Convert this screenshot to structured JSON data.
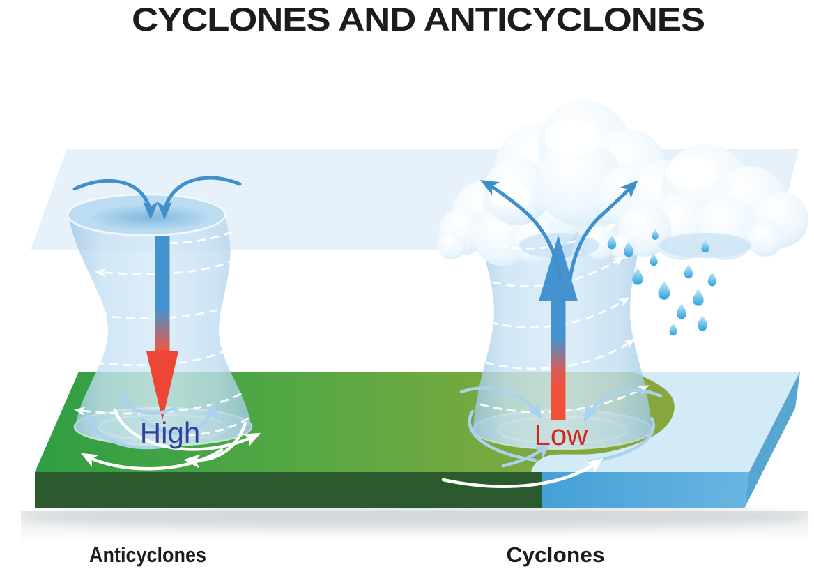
{
  "title": "CYCLONES AND ANTICYCLONES",
  "anticyclone": {
    "caption": "Anticyclones",
    "pressure_label": "High",
    "icons": [
      "converging-air-arrows",
      "descending-air-arrow",
      "surface-outflow-spiral-arrows",
      "vortex-funnel"
    ]
  },
  "cyclone": {
    "caption": "Cyclones",
    "pressure_label": "Low",
    "icons": [
      "diverging-air-arrows",
      "ascending-air-arrow",
      "surface-inflow-spiral-arrows",
      "vortex-funnel",
      "cumulus-clouds",
      "rain-drops"
    ]
  },
  "colors": {
    "title_text": "#1c1c1c",
    "high_label": "#33409d",
    "low_label": "#d6251f",
    "cool_air_blue": "#4592d0",
    "warm_air_red": "#ee4636",
    "funnel_blue": "#c6e1f3",
    "atmosphere_plane": "#e4f0fa",
    "cloud_white": "#ffffff",
    "rain_blue": "#2ba2da",
    "land_green_bright": "#2f9e43",
    "land_green_olive": "#93a63b",
    "land_front_dark": "#2c5a2f",
    "water_top": "#d3eaf7",
    "water_front": "#4aa2d8"
  }
}
